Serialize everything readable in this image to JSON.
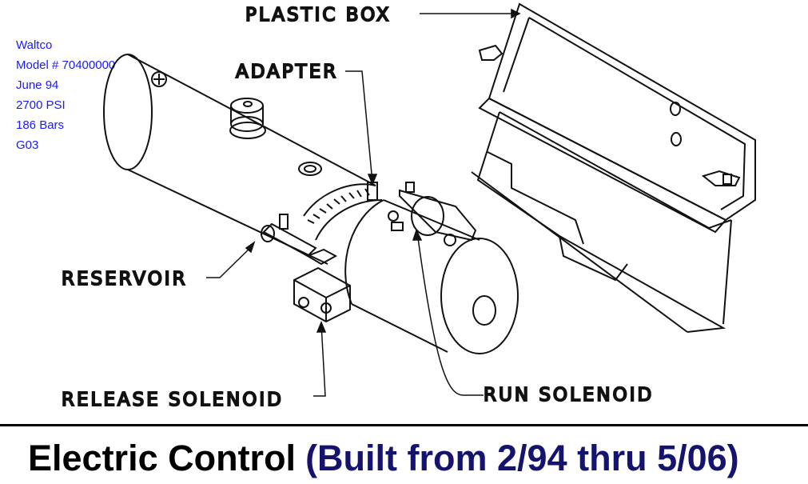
{
  "colors": {
    "ink": "#111111",
    "spec_text": "#1a1aff",
    "footer_main": "#000000",
    "footer_paren": "#14146e"
  },
  "spec": {
    "lines": [
      "Waltco",
      "Model # 70400000",
      "June 94",
      "2700 PSI",
      "186 Bars",
      "G03"
    ]
  },
  "labels": {
    "plastic_box": "PLASTIC BOX",
    "adapter": "ADAPTER",
    "reservoir": "RESERVOIR",
    "release_solenoid": "RELEASE SOLENOID",
    "run_solenoid": "RUN SOLENOID"
  },
  "footer": {
    "main": "Electric Control",
    "paren": "(Built from 2/94 thru 5/06)"
  }
}
